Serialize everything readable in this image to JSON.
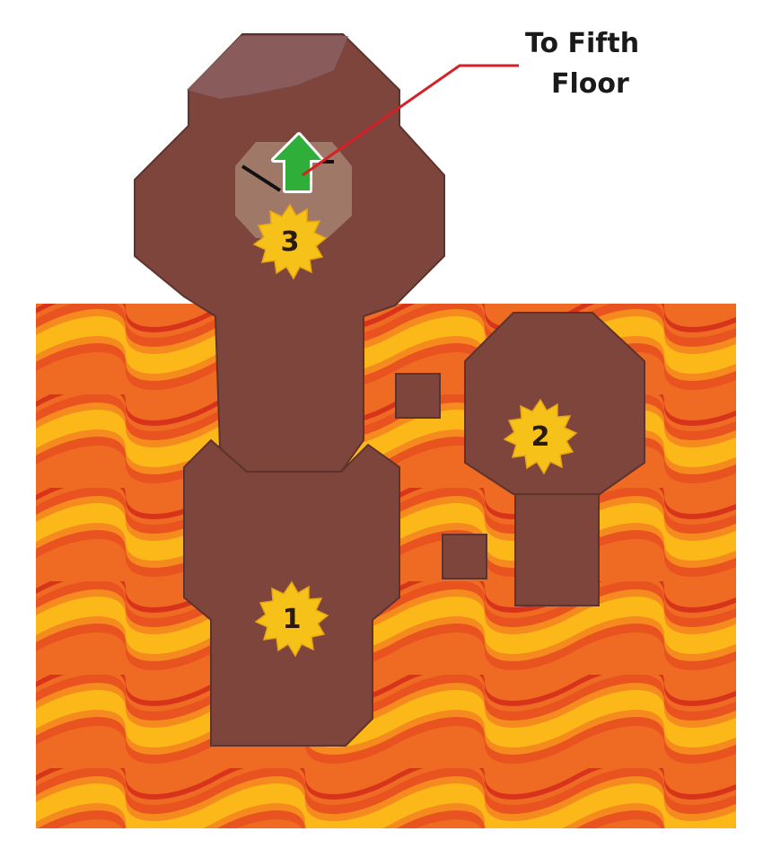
{
  "map": {
    "callout": {
      "line1": "To Fifth",
      "line2": "Floor"
    },
    "markers": [
      {
        "label": "1"
      },
      {
        "label": "2"
      },
      {
        "label": "3"
      }
    ],
    "icons": {
      "stairs_arrow": "up-arrow-icon"
    },
    "colors": {
      "lava_yellow": "#fbb818",
      "lava_orange": "#ef6a22",
      "lava_red": "#d8281a",
      "rock": "#7d453c",
      "rock_dark": "#5e332c",
      "stair_area": "#a07868",
      "marker_fill": "#f6c21a",
      "arrow": "#2fae3a",
      "callout_line": "#d61f26"
    }
  }
}
